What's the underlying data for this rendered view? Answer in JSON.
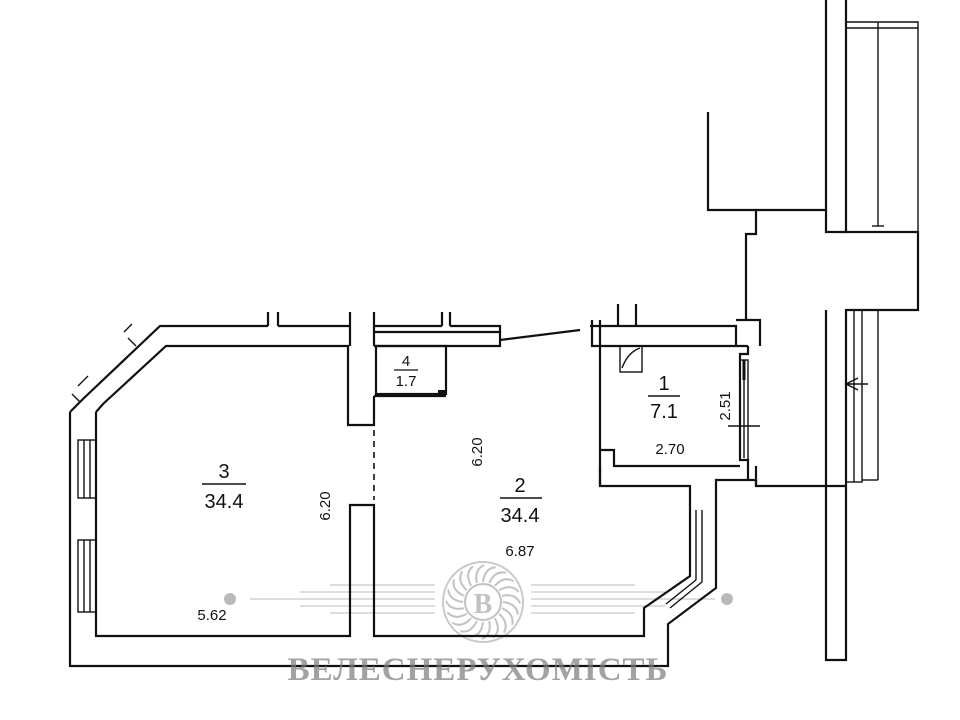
{
  "rooms": [
    {
      "id": "1",
      "area": "7.1"
    },
    {
      "id": "2",
      "area": "34.4"
    },
    {
      "id": "3",
      "area": "34.4"
    },
    {
      "id": "4",
      "area": "1.7"
    }
  ],
  "dimensions": {
    "room1_height": "2.51",
    "room1_width": "2.70",
    "room2_height": "6.20",
    "room2_width": "6.87",
    "room3_height": "6.20",
    "room3_width": "5.62"
  },
  "watermark": {
    "text": "ВЕЛЕСНЕРУХОМІСТЬ",
    "logo_letter": "B"
  }
}
